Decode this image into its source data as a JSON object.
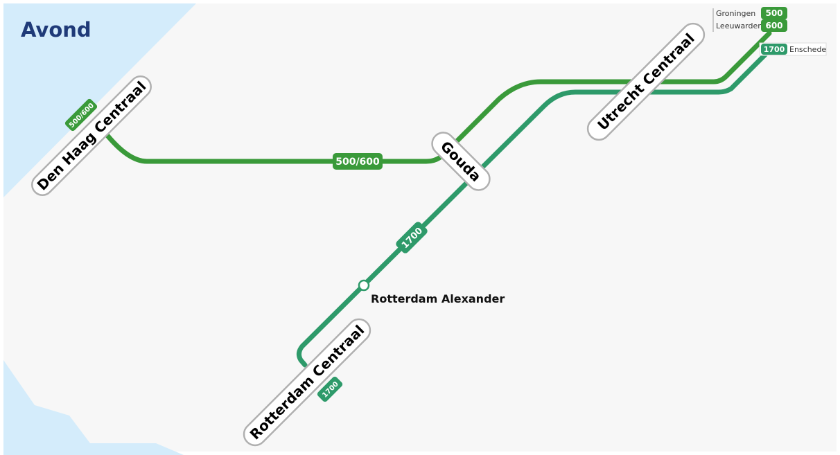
{
  "map": {
    "title": "Avond",
    "colors": {
      "background": "#f7f7f7",
      "water": "#d4ecfb",
      "title": "#1f3a78",
      "route_500_600": "#3a9a3a",
      "route_1700": "#2e9a6a",
      "station_border": "#b0b0b0",
      "station_fill": "#ffffff"
    }
  },
  "stations": {
    "den_haag": {
      "name": "Den Haag Centraal"
    },
    "gouda": {
      "name": "Gouda"
    },
    "utrecht": {
      "name": "Utrecht Centraal"
    },
    "rotterdam": {
      "name": "Rotterdam Centraal"
    },
    "rotterdam_alexander": {
      "name": "Rotterdam Alexander"
    }
  },
  "routes": {
    "r500_600": {
      "label": "500/600"
    },
    "r1700": {
      "label": "1700"
    }
  },
  "badges": {
    "den_haag": "500/600",
    "mid_500_600": "500/600",
    "mid_1700": "1700",
    "rotterdam": "1700"
  },
  "legend": {
    "items": [
      {
        "number": "500",
        "destination": "Groningen"
      },
      {
        "number": "600",
        "destination": "Leeuwarden"
      },
      {
        "number": "1700",
        "destination": "Enschede"
      }
    ]
  }
}
